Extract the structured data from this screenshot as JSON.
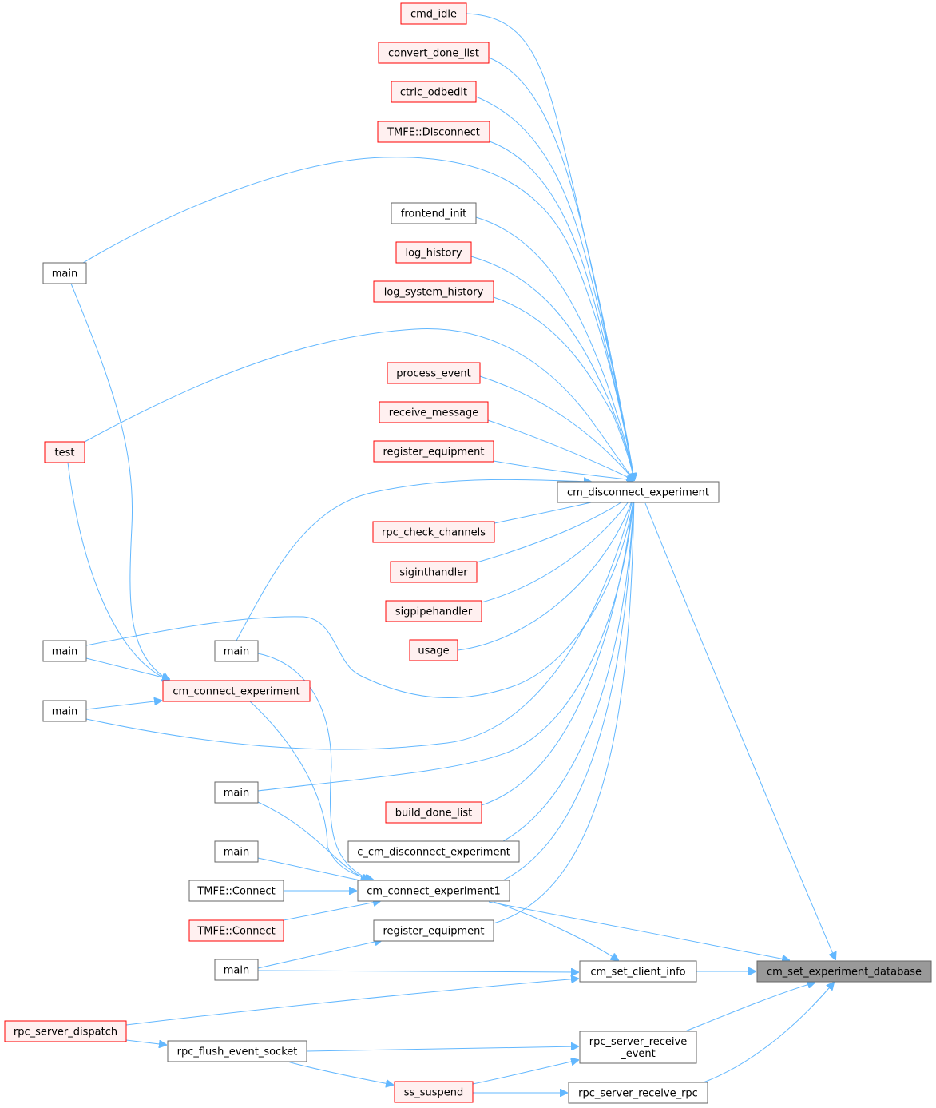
{
  "diagram": {
    "type": "call-graph",
    "edge_color": "#63b8ff",
    "node_border_color": "#666666",
    "missing_border_color": "#ff0000",
    "missing_fill_color": "#fff0f0",
    "focus_fill_color": "#999999",
    "nodes": [
      {
        "id": "cm_set_experiment_database",
        "label": "cm_set_experiment_database",
        "style": "focus"
      },
      {
        "id": "cm_disconnect_experiment",
        "label": "cm_disconnect_experiment",
        "style": "plain"
      },
      {
        "id": "cmd_idle",
        "label": "cmd_idle",
        "style": "red"
      },
      {
        "id": "convert_done_list",
        "label": "convert_done_list",
        "style": "red"
      },
      {
        "id": "ctrlc_odbedit",
        "label": "ctrlc_odbedit",
        "style": "red"
      },
      {
        "id": "tmfe_disconnect",
        "label": "TMFE::Disconnect",
        "style": "red"
      },
      {
        "id": "frontend_init",
        "label": "frontend_init",
        "style": "plain"
      },
      {
        "id": "log_history",
        "label": "log_history",
        "style": "red"
      },
      {
        "id": "log_system_history",
        "label": "log_system_history",
        "style": "red"
      },
      {
        "id": "process_event",
        "label": "process_event",
        "style": "red"
      },
      {
        "id": "receive_message",
        "label": "receive_message",
        "style": "red"
      },
      {
        "id": "register_equipment_red",
        "label": "register_equipment",
        "style": "red"
      },
      {
        "id": "rpc_check_channels",
        "label": "rpc_check_channels",
        "style": "red"
      },
      {
        "id": "siginthandler",
        "label": "siginthandler",
        "style": "red"
      },
      {
        "id": "sigpipehandler",
        "label": "sigpipehandler",
        "style": "red"
      },
      {
        "id": "usage",
        "label": "usage",
        "style": "red"
      },
      {
        "id": "build_done_list",
        "label": "build_done_list",
        "style": "red"
      },
      {
        "id": "c_cm_disconnect_experiment",
        "label": "c_cm_disconnect_experiment",
        "style": "plain"
      },
      {
        "id": "cm_connect_experiment1",
        "label": "cm_connect_experiment1",
        "style": "plain"
      },
      {
        "id": "register_equipment_plain",
        "label": "register_equipment",
        "style": "plain"
      },
      {
        "id": "cm_set_client_info",
        "label": "cm_set_client_info",
        "style": "plain"
      },
      {
        "id": "rpc_server_receive_event",
        "label": "rpc_server_receive\n_event",
        "style": "plain"
      },
      {
        "id": "rpc_server_receive_rpc",
        "label": "rpc_server_receive_rpc",
        "style": "plain"
      },
      {
        "id": "main_a",
        "label": "main",
        "style": "plain"
      },
      {
        "id": "test",
        "label": "test",
        "style": "red"
      },
      {
        "id": "main_b",
        "label": "main",
        "style": "plain"
      },
      {
        "id": "main_c",
        "label": "main",
        "style": "plain"
      },
      {
        "id": "cm_connect_experiment",
        "label": "cm_connect_experiment",
        "style": "red"
      },
      {
        "id": "main_d",
        "label": "main",
        "style": "plain"
      },
      {
        "id": "main_e",
        "label": "main",
        "style": "plain"
      },
      {
        "id": "main_f",
        "label": "main",
        "style": "plain"
      },
      {
        "id": "tmfe_connect_plain",
        "label": "TMFE::Connect",
        "style": "plain"
      },
      {
        "id": "tmfe_connect_red",
        "label": "TMFE::Connect",
        "style": "red"
      },
      {
        "id": "main_g",
        "label": "main",
        "style": "plain"
      },
      {
        "id": "rpc_server_dispatch",
        "label": "rpc_server_dispatch",
        "style": "red"
      },
      {
        "id": "rpc_flush_event_socket",
        "label": "rpc_flush_event_socket",
        "style": "plain"
      },
      {
        "id": "ss_suspend",
        "label": "ss_suspend",
        "style": "red"
      }
    ],
    "edges": [
      {
        "from": "cm_disconnect_experiment",
        "to": "cm_set_experiment_database"
      },
      {
        "from": "cm_connect_experiment1",
        "to": "cm_set_experiment_database"
      },
      {
        "from": "cm_set_client_info",
        "to": "cm_set_experiment_database"
      },
      {
        "from": "rpc_server_receive_event",
        "to": "cm_set_experiment_database"
      },
      {
        "from": "rpc_server_receive_rpc",
        "to": "cm_set_experiment_database"
      },
      {
        "from": "cmd_idle",
        "to": "cm_disconnect_experiment"
      },
      {
        "from": "convert_done_list",
        "to": "cm_disconnect_experiment"
      },
      {
        "from": "ctrlc_odbedit",
        "to": "cm_disconnect_experiment"
      },
      {
        "from": "tmfe_disconnect",
        "to": "cm_disconnect_experiment"
      },
      {
        "from": "main_a",
        "to": "cm_disconnect_experiment"
      },
      {
        "from": "frontend_init",
        "to": "cm_disconnect_experiment"
      },
      {
        "from": "log_history",
        "to": "cm_disconnect_experiment"
      },
      {
        "from": "log_system_history",
        "to": "cm_disconnect_experiment"
      },
      {
        "from": "test",
        "to": "cm_disconnect_experiment"
      },
      {
        "from": "process_event",
        "to": "cm_disconnect_experiment"
      },
      {
        "from": "receive_message",
        "to": "cm_disconnect_experiment"
      },
      {
        "from": "register_equipment_red",
        "to": "cm_disconnect_experiment"
      },
      {
        "from": "main_c",
        "to": "cm_disconnect_experiment"
      },
      {
        "from": "rpc_check_channels",
        "to": "cm_disconnect_experiment"
      },
      {
        "from": "siginthandler",
        "to": "cm_disconnect_experiment"
      },
      {
        "from": "sigpipehandler",
        "to": "cm_disconnect_experiment"
      },
      {
        "from": "usage",
        "to": "cm_disconnect_experiment"
      },
      {
        "from": "main_b",
        "to": "cm_disconnect_experiment"
      },
      {
        "from": "main_d",
        "to": "cm_disconnect_experiment"
      },
      {
        "from": "main_e",
        "to": "cm_disconnect_experiment"
      },
      {
        "from": "build_done_list",
        "to": "cm_disconnect_experiment"
      },
      {
        "from": "c_cm_disconnect_experiment",
        "to": "cm_disconnect_experiment"
      },
      {
        "from": "cm_connect_experiment1",
        "to": "cm_disconnect_experiment"
      },
      {
        "from": "register_equipment_plain",
        "to": "cm_disconnect_experiment"
      },
      {
        "from": "main_a",
        "to": "cm_connect_experiment"
      },
      {
        "from": "test",
        "to": "cm_connect_experiment"
      },
      {
        "from": "main_b",
        "to": "cm_connect_experiment"
      },
      {
        "from": "main_d",
        "to": "cm_connect_experiment"
      },
      {
        "from": "cm_connect_experiment",
        "to": "cm_connect_experiment1"
      },
      {
        "from": "main_c",
        "to": "cm_connect_experiment1"
      },
      {
        "from": "main_e",
        "to": "cm_connect_experiment1"
      },
      {
        "from": "main_f",
        "to": "cm_connect_experiment1"
      },
      {
        "from": "tmfe_connect_plain",
        "to": "cm_connect_experiment1"
      },
      {
        "from": "tmfe_connect_red",
        "to": "cm_connect_experiment1"
      },
      {
        "from": "main_g",
        "to": "register_equipment_plain"
      },
      {
        "from": "cm_connect_experiment1",
        "to": "cm_set_client_info"
      },
      {
        "from": "main_g",
        "to": "cm_set_client_info"
      },
      {
        "from": "rpc_server_dispatch",
        "to": "cm_set_client_info"
      },
      {
        "from": "rpc_server_dispatch",
        "to": "rpc_flush_event_socket"
      },
      {
        "from": "rpc_flush_event_socket",
        "to": "rpc_server_receive_event"
      },
      {
        "from": "ss_suspend",
        "to": "rpc_server_receive_event"
      },
      {
        "from": "rpc_flush_event_socket",
        "to": "ss_suspend"
      },
      {
        "from": "ss_suspend",
        "to": "rpc_server_receive_rpc"
      }
    ]
  }
}
